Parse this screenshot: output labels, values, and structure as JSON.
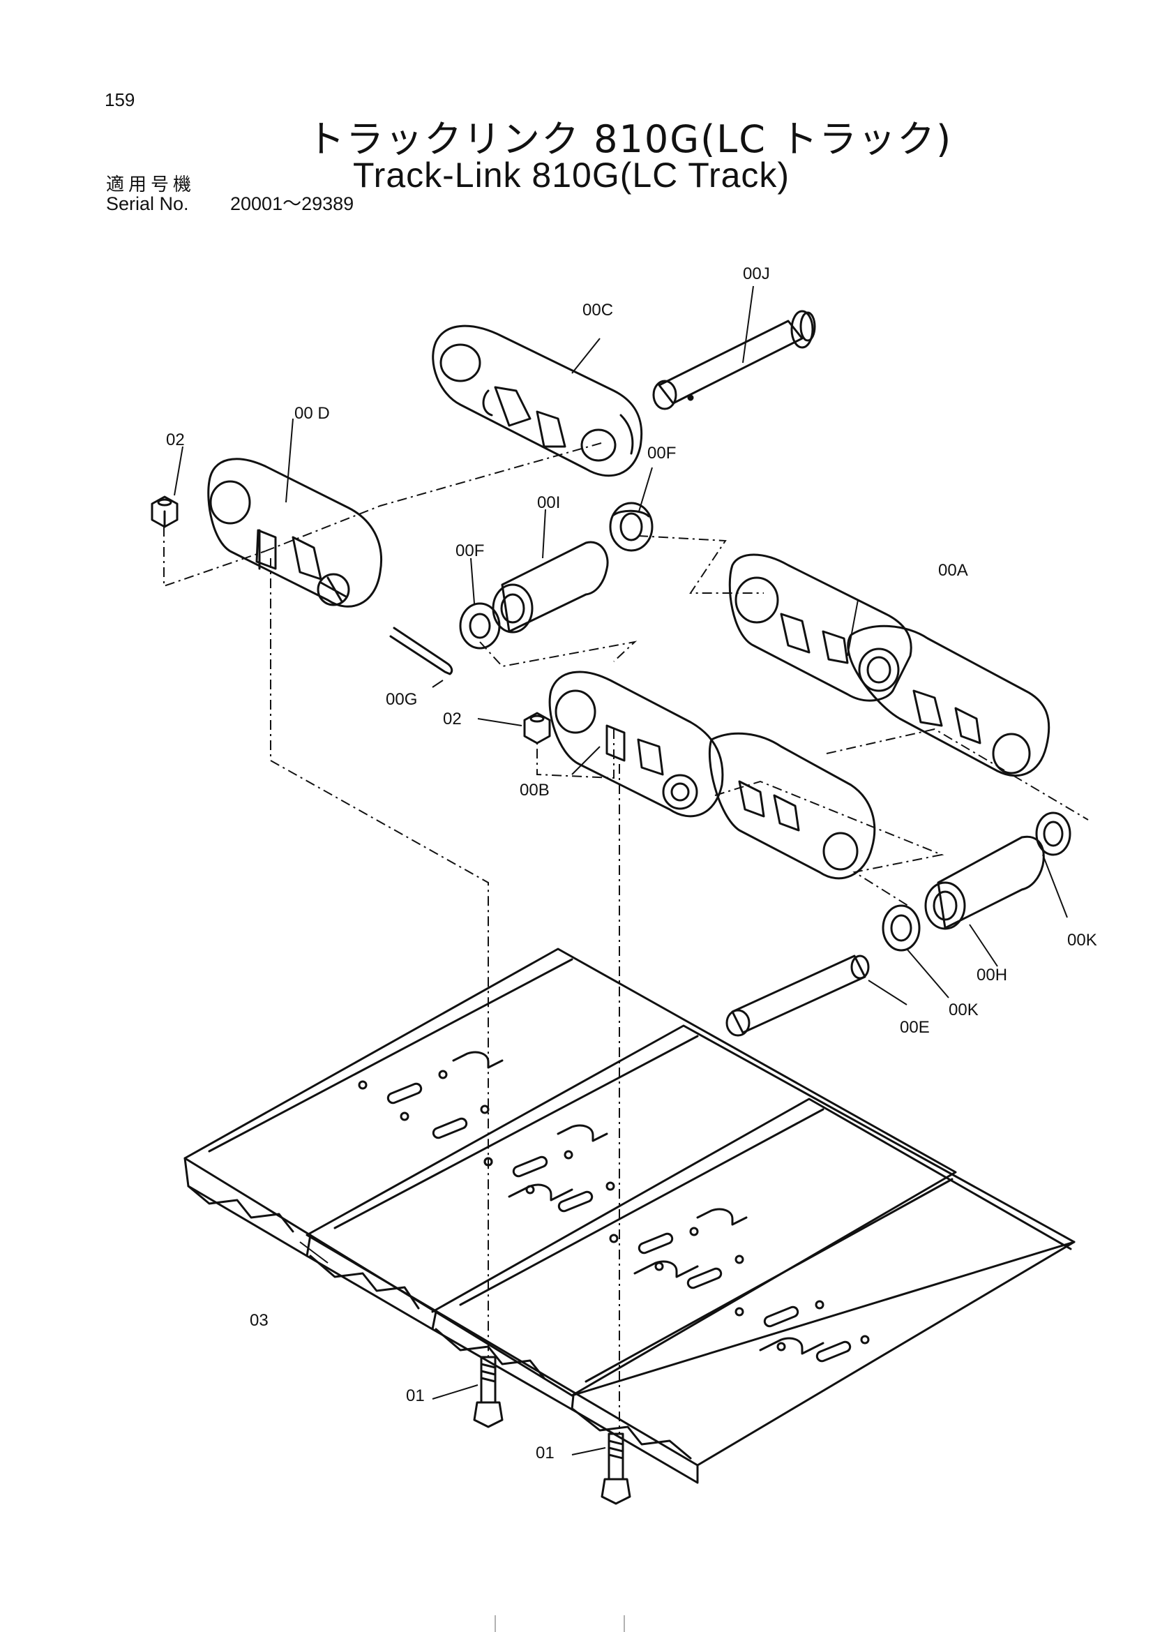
{
  "header": {
    "page_number": "159",
    "title_jp": "トラックリンク 810G(LC トラック)",
    "title_en": "Track-Link 810G(LC Track)",
    "serial_label_jp": "適用号機",
    "serial_label_en": "Serial No.",
    "serial_range": "20001～29389"
  },
  "parts": {
    "00A": "00A",
    "00B": "00B",
    "00C": "00C",
    "00D": "00 D",
    "00E": "00E",
    "00F_upper": "00F",
    "00F_lower": "00F",
    "00G": "00G",
    "00H": "00H",
    "00I": "00I",
    "00J": "00J",
    "00K_right": "00K",
    "00K_lower": "00K",
    "01_a": "01",
    "01_b": "01",
    "02_a": "02",
    "02_b": "02",
    "03": "03"
  }
}
